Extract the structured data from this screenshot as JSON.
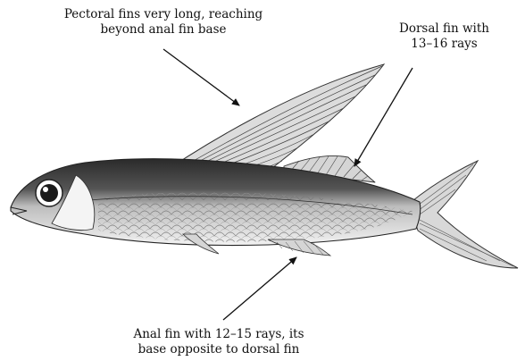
{
  "annotations": {
    "pectoral": {
      "line1": "Pectoral fins very long, reaching",
      "line2": "beyond anal fin base"
    },
    "dorsal": {
      "line1": "Dorsal  fin with",
      "line2": "13–16 rays"
    },
    "anal": {
      "line1": "Anal fin with 12–15 rays, its",
      "line2": "base opposite to dorsal fin"
    }
  },
  "colors": {
    "ink": "#111111",
    "back": "#2f2f2f",
    "belly": "#e9e9e9",
    "fin": "#d9d9d9"
  }
}
